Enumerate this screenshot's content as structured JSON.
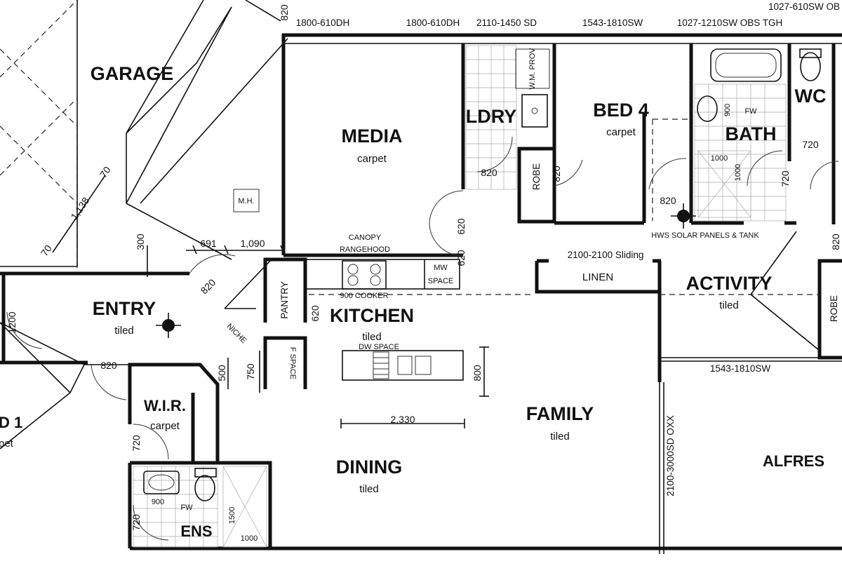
{
  "rooms": {
    "garage": "GARAGE",
    "media": "MEDIA",
    "media_finish": "carpet",
    "ldry": "LDRY",
    "bed4": "BED 4",
    "bed4_finish": "carpet",
    "bath": "BATH",
    "wc": "WC",
    "entry": "ENTRY",
    "entry_finish": "tiled",
    "kitchen": "KITCHEN",
    "kitchen_finish": "tiled",
    "activity": "ACTIVITY",
    "activity_finish": "tiled",
    "family": "FAMILY",
    "family_finish": "tiled",
    "dining": "DINING",
    "dining_finish": "tiled",
    "wir": "W.I.R.",
    "wir_finish": "carpet",
    "ens": "ENS",
    "bed1": "D 1",
    "bed1_finish": "pet",
    "alfresco": "ALFRES",
    "linen": "LINEN",
    "pantry": "PANTRY",
    "robe_bed4": "ROBE",
    "robe_right": "ROBE"
  },
  "windows": {
    "w1": "1800-610DH",
    "w2": "1800-610DH",
    "w3": "2110-1450 SD",
    "w4": "1543-1810SW",
    "w5": "1027-1210SW OBS TGH",
    "w6": "1027-610SW OB",
    "w7": "1543-1810SW",
    "sliding": "2100-2100 Sliding",
    "stack_door": "2100-3000SD OXX"
  },
  "dimensions": {
    "d_820_top": "820",
    "d_691": "691",
    "d_1090": "1,090",
    "d_300": "300",
    "d_70a": "70",
    "d_1138": "1,138",
    "d_70b": "70",
    "d_820_entry": "820",
    "d_1200": "1200",
    "d_820_bed1": "820",
    "d_500": "500",
    "d_750": "750",
    "d_720_wir": "720",
    "d_620_media1": "620",
    "d_620_media2": "620",
    "d_620_pantry": "620",
    "d_820_ldry": "820",
    "d_820_robe": "820",
    "d_820_bed4": "820",
    "d_720_bath_a": "720",
    "d_720_bath_b": "720",
    "d_820_right": "820",
    "d_900_bath": "900",
    "d_1000_bath": "1000",
    "d_1000_bath_v": "1000",
    "d_800": "800",
    "d_2330": "2,330",
    "d_900_ens": "900",
    "d_720_ens": "720",
    "d_1500": "1500",
    "d_1000_ens": "1000"
  },
  "fixtures": {
    "mh": "M.H.",
    "wm_prov": "W.M. PROV",
    "canopy": "CANOPY",
    "rangehood": "RANGEHOOD",
    "cooker": "900 COOKER",
    "mw": "MW",
    "mw_space": "SPACE",
    "dw_space": "DW SPACE",
    "f_space": "F SPACE",
    "niche": "NICHE",
    "fw_bath": "FW",
    "fw_ens": "FW",
    "hws": "HWS SOLAR PANELS & TANK"
  }
}
